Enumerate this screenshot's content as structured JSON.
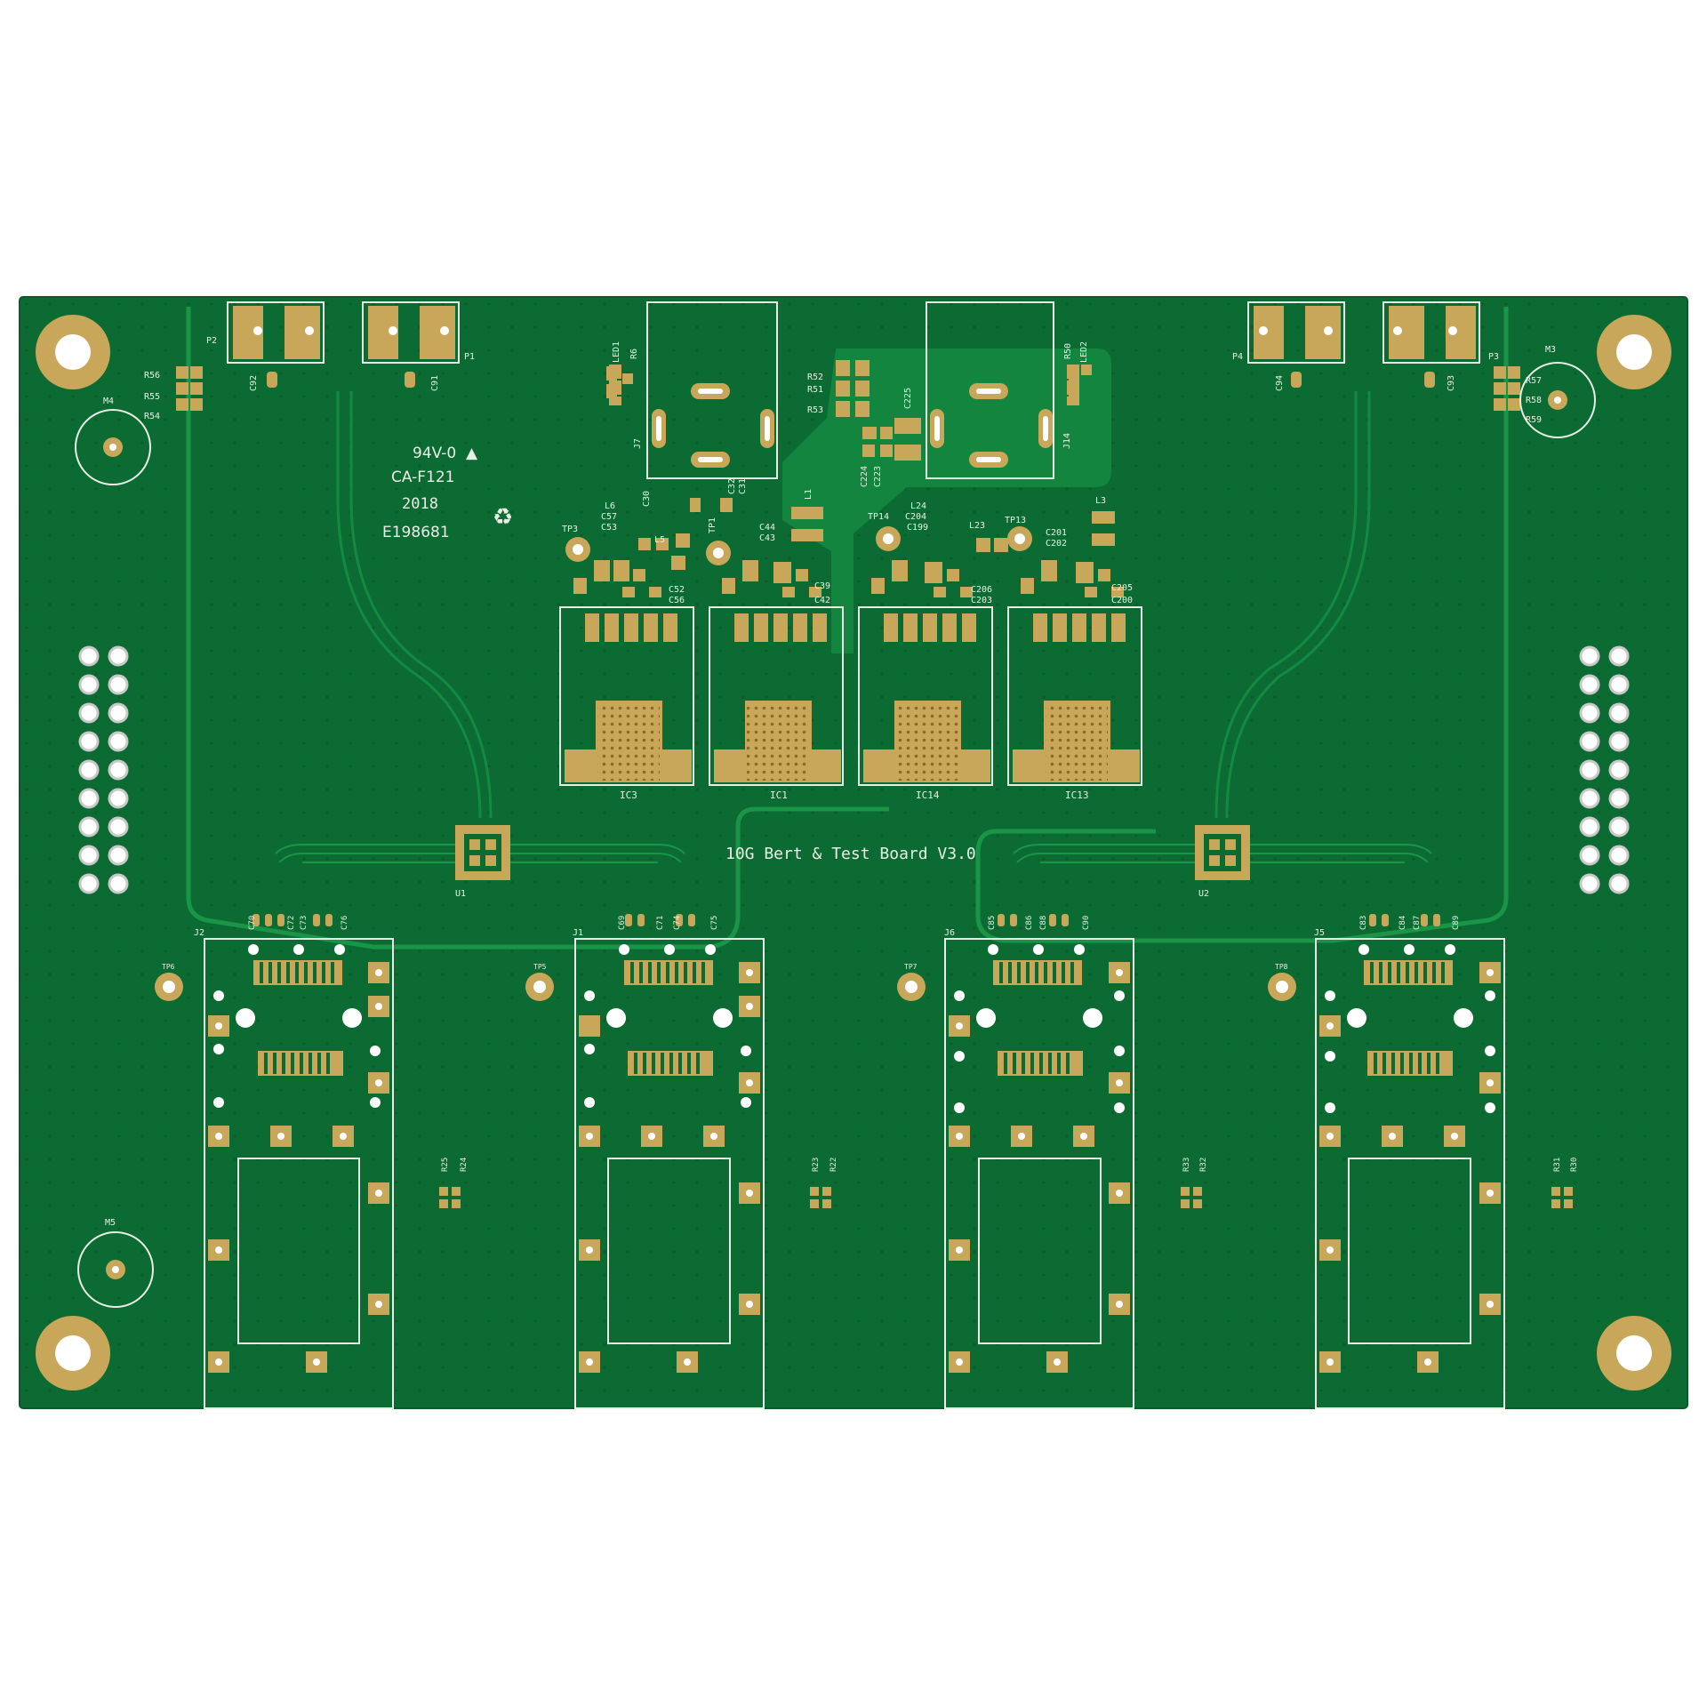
{
  "colors": {
    "background": "#ffffff",
    "board": "#0c6b32",
    "board_edge": "#0a5a2a",
    "copper_pour": "#14883f",
    "trace": "#1a9548",
    "pad_gold": "#c9a75a",
    "pad_gold_dark": "#8c6c28",
    "silkscreen": "#e8efe6",
    "hole": "#ffffff"
  },
  "board": {
    "title": "10G Bert & Test Board V3.0",
    "fab_marks": {
      "flammability": "94V-0",
      "code": "CA-F121",
      "year": "2018",
      "ul_file": "E198681"
    }
  },
  "mounting_holes": [
    "M4",
    "M3",
    "M5"
  ],
  "connectors": {
    "power_top_left": [
      "P2",
      "P1"
    ],
    "power_top_right": [
      "P4",
      "P3"
    ],
    "sfp_cages": [
      "J2",
      "J1",
      "J6",
      "J5"
    ],
    "top_jacks": [
      "J7",
      "J14"
    ]
  },
  "ics": {
    "regulators": [
      "IC3",
      "IC1",
      "IC14",
      "IC13"
    ],
    "drivers": [
      "U1",
      "U2"
    ]
  },
  "leds": [
    "LED1",
    "LED2"
  ],
  "test_points": {
    "top": [
      "TP3",
      "TP1",
      "TP14",
      "TP13"
    ],
    "bottom": [
      "TP6",
      "TP5",
      "TP7",
      "TP8"
    ]
  },
  "inductors": [
    "L6",
    "L5",
    "L1",
    "L24",
    "L23",
    "L3"
  ],
  "resistors": {
    "top_left_stack": [
      "R56",
      "R55",
      "R54"
    ],
    "top_right_stack": [
      "R57",
      "R58",
      "R59"
    ],
    "led_left": "R6",
    "led_right": "R50",
    "center_stack": [
      "R52",
      "R51",
      "R53"
    ],
    "pairs": [
      [
        "R25",
        "R24"
      ],
      [
        "R23",
        "R22"
      ],
      [
        "R33",
        "R32"
      ],
      [
        "R31",
        "R30"
      ]
    ]
  },
  "capacitors": {
    "power_left": [
      "C92",
      "C91"
    ],
    "power_right": [
      "C94",
      "C93"
    ],
    "center_top": [
      "C225",
      "C224",
      "C223"
    ],
    "reg_group_1": [
      "C57",
      "C53",
      "C52",
      "C56"
    ],
    "reg_group_2": [
      "C30",
      "C32",
      "C31",
      "C44",
      "C43",
      "C39",
      "C42"
    ],
    "reg_group_3": [
      "C204",
      "C199",
      "C206",
      "C203"
    ],
    "reg_group_4": [
      "C201",
      "C202",
      "C205",
      "C200"
    ],
    "sfp_j2": [
      "C70",
      "C72",
      "C73",
      "C76"
    ],
    "sfp_j1": [
      "C69",
      "C71",
      "C74",
      "C75"
    ],
    "sfp_j6": [
      "C85",
      "C86",
      "C88",
      "C90"
    ],
    "sfp_j5": [
      "C83",
      "C84",
      "C87",
      "C89"
    ]
  }
}
